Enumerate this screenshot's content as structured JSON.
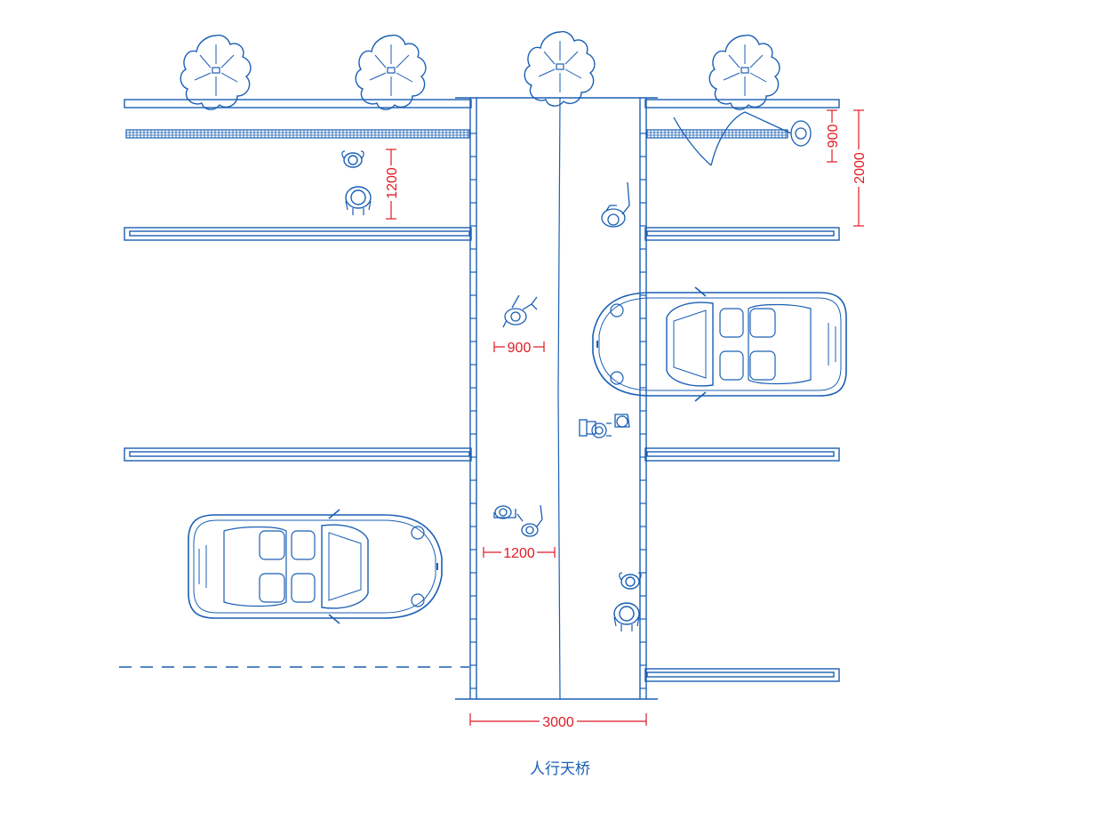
{
  "caption": "人行天桥",
  "colors": {
    "drawing": "#1a5fb4",
    "dimension": "#e01b24",
    "background": "#ffffff"
  },
  "dimensions": {
    "d900_a": "900",
    "d2000": "2000",
    "d1200_a": "1200",
    "d900_b": "900",
    "d1200_b": "1200",
    "d3000": "3000"
  },
  "symbols": [
    "tree-symbol",
    "person-symbol",
    "car-symbol",
    "bicycle-symbol",
    "wheelchair-symbol",
    "railing",
    "pedestrian-bridge"
  ]
}
